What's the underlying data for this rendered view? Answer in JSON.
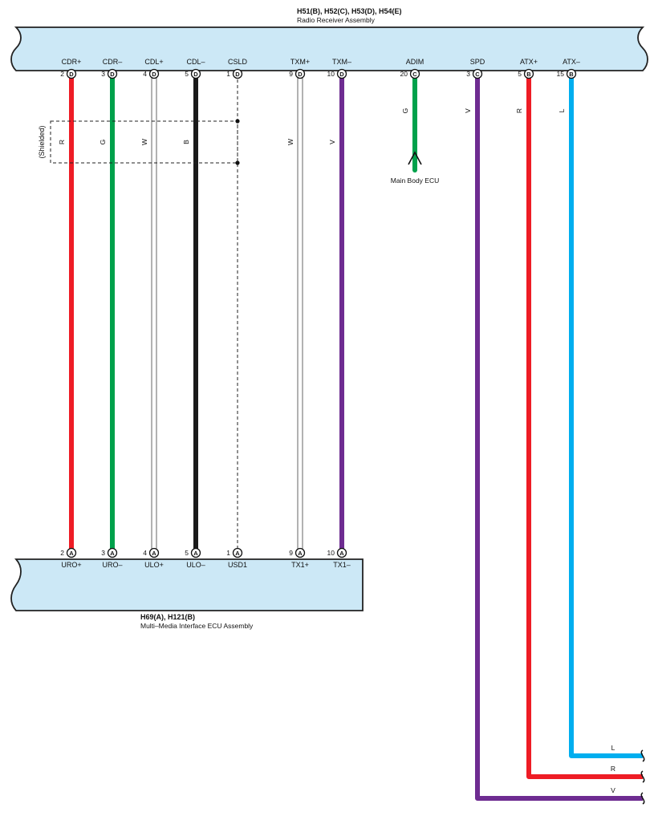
{
  "top_connector": {
    "title": "H51(B), H52(C), H53(D), H54(E)",
    "subtitle": "Radio Receiver Assembly"
  },
  "bottom_connector": {
    "title": "H69(A), H121(B)",
    "subtitle": "Multi–Media Interface ECU Assembly"
  },
  "shield_label": "(Shielded)",
  "main_body_label": "Main Body ECU",
  "colors": {
    "R": "#ee1c25",
    "G": "#00a14b",
    "W": "#ffffff",
    "B": "#1a1a1a",
    "V": "#6e2c91",
    "L": "#00aeef",
    "connector_fill": "#cce8f6"
  },
  "wires": [
    {
      "id": "cdr-plus",
      "top_signal": "CDR+",
      "top_pin": "2",
      "top_conn": "D",
      "color": "R",
      "bottom_signal": "URO+",
      "bottom_pin": "2",
      "bottom_conn": "A"
    },
    {
      "id": "cdr-minus",
      "top_signal": "CDR–",
      "top_pin": "3",
      "top_conn": "D",
      "color": "G",
      "bottom_signal": "URO–",
      "bottom_pin": "3",
      "bottom_conn": "A"
    },
    {
      "id": "cdl-plus",
      "top_signal": "CDL+",
      "top_pin": "4",
      "top_conn": "D",
      "color": "W",
      "bottom_signal": "ULO+",
      "bottom_pin": "4",
      "bottom_conn": "A"
    },
    {
      "id": "cdl-minus",
      "top_signal": "CDL–",
      "top_pin": "5",
      "top_conn": "D",
      "color": "B",
      "bottom_signal": "ULO–",
      "bottom_pin": "5",
      "bottom_conn": "A"
    },
    {
      "id": "csld",
      "top_signal": "CSLD",
      "top_pin": "1",
      "top_conn": "D",
      "color": "",
      "bottom_signal": "USD1",
      "bottom_pin": "1",
      "bottom_conn": "A"
    },
    {
      "id": "txm-plus",
      "top_signal": "TXM+",
      "top_pin": "9",
      "top_conn": "D",
      "color": "W",
      "bottom_signal": "TX1+",
      "bottom_pin": "9",
      "bottom_conn": "A"
    },
    {
      "id": "txm-minus",
      "top_signal": "TXM–",
      "top_pin": "10",
      "top_conn": "D",
      "color": "V",
      "bottom_signal": "TX1–",
      "bottom_pin": "10",
      "bottom_conn": "A"
    },
    {
      "id": "adim",
      "top_signal": "ADIM",
      "top_pin": "20",
      "top_conn": "C",
      "color": "G",
      "destination": "Main Body ECU"
    },
    {
      "id": "spd",
      "top_signal": "SPD",
      "top_pin": "3",
      "top_conn": "C",
      "color": "V",
      "continues": "V"
    },
    {
      "id": "atx-plus",
      "top_signal": "ATX+",
      "top_pin": "5",
      "top_conn": "B",
      "color": "R",
      "continues": "R"
    },
    {
      "id": "atx-minus",
      "top_signal": "ATX–",
      "top_pin": "15",
      "top_conn": "B",
      "color": "L",
      "continues": "L"
    }
  ]
}
